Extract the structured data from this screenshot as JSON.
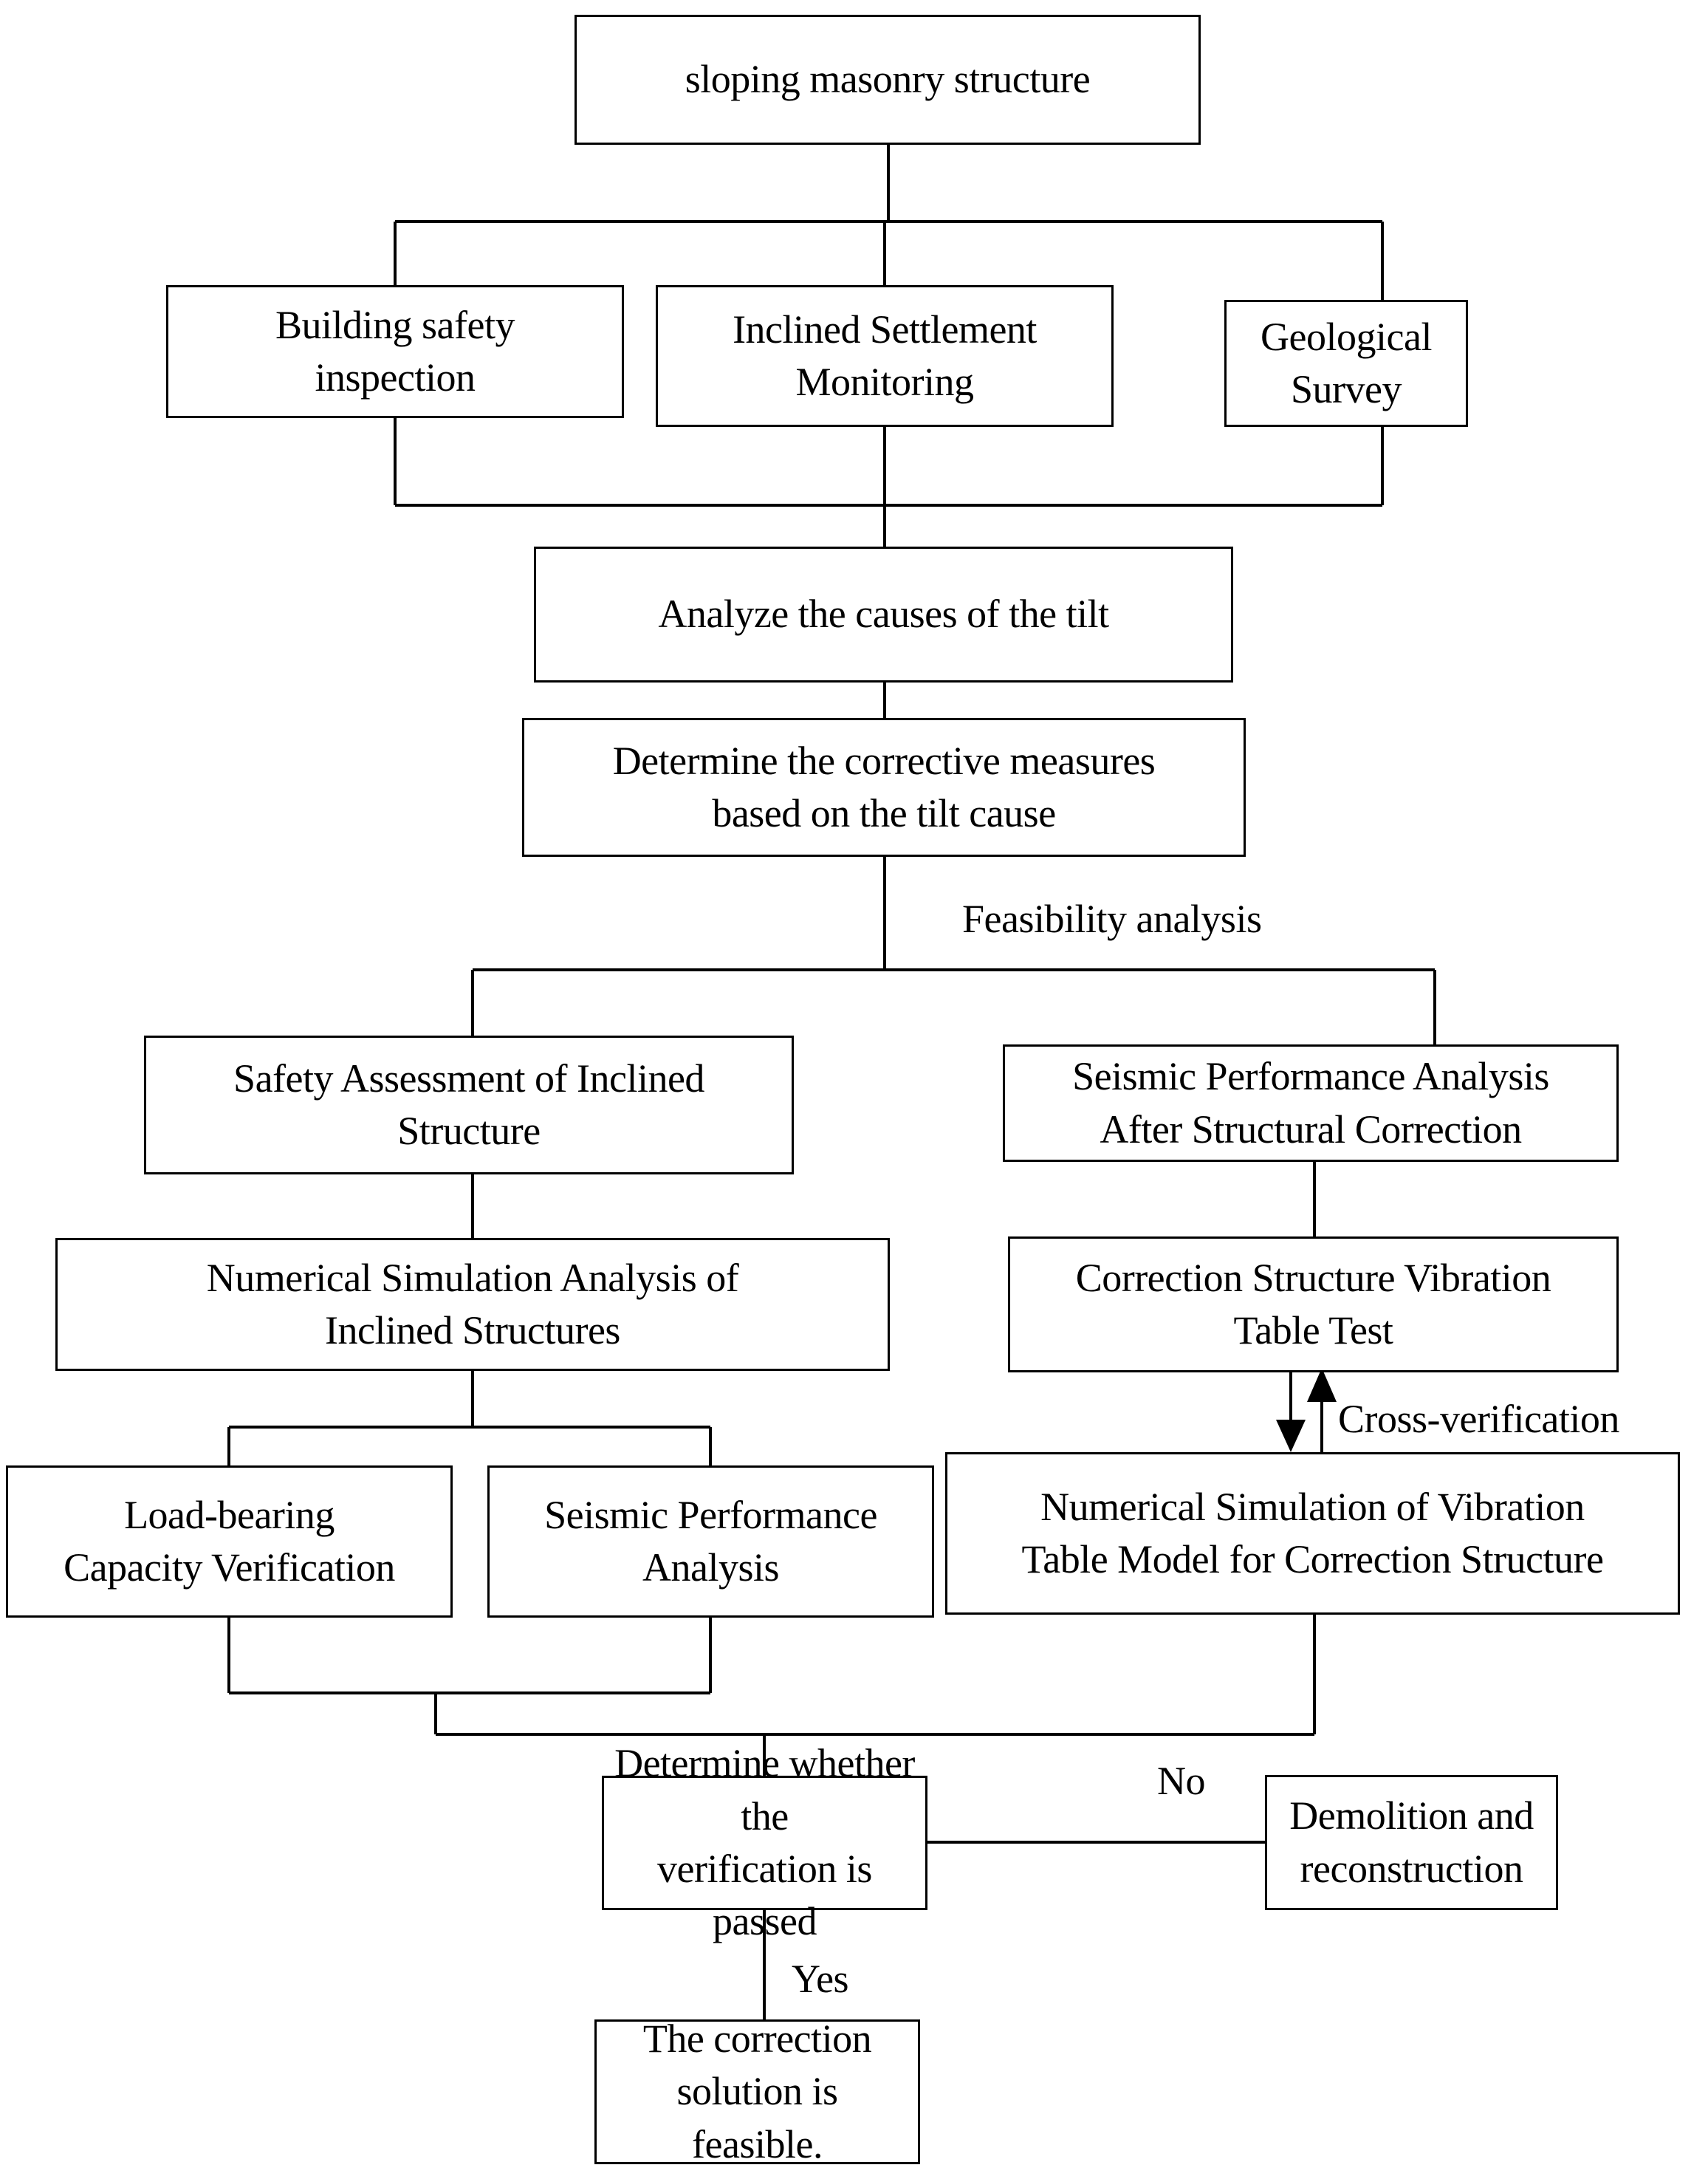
{
  "diagram": {
    "title": "Sloping masonry structure correction evaluation flowchart",
    "stroke_color": "#000000",
    "background_color": "#ffffff",
    "nodes": {
      "sloping_masonry_structure": "sloping masonry structure",
      "building_safety_inspection": "Building safety\ninspection",
      "inclined_settlement_monitoring": "Inclined Settlement\nMonitoring",
      "geological_survey": "Geological\nSurvey",
      "analyze_causes_of_tilt": "Analyze the causes of the tilt",
      "determine_corrective_measures": "Determine the corrective measures\nbased on the tilt cause",
      "safety_assessment_inclined_structure": "Safety Assessment of Inclined\nStructure",
      "seismic_performance_after_correction": "Seismic Performance Analysis\nAfter Structural Correction",
      "numerical_simulation_inclined_structures": "Numerical Simulation Analysis of\nInclined Structures",
      "correction_structure_vibration_table_test": "Correction Structure Vibration\nTable Test",
      "load_bearing_capacity_verification": "Load-bearing\nCapacity Verification",
      "seismic_performance_analysis": "Seismic Performance\nAnalysis",
      "numerical_simulation_vibration_table_model": "Numerical Simulation of Vibration\nTable Model for Correction Structure",
      "determine_verification_passed": "Determine whether the\nverification is passed",
      "demolition_and_reconstruction": "Demolition and\nreconstruction",
      "correction_solution_feasible": "The correction solution is\nfeasible."
    },
    "edge_labels": {
      "feasibility_analysis": "Feasibility analysis",
      "cross_verification": "Cross-verification",
      "no": "No",
      "yes": "Yes"
    }
  }
}
